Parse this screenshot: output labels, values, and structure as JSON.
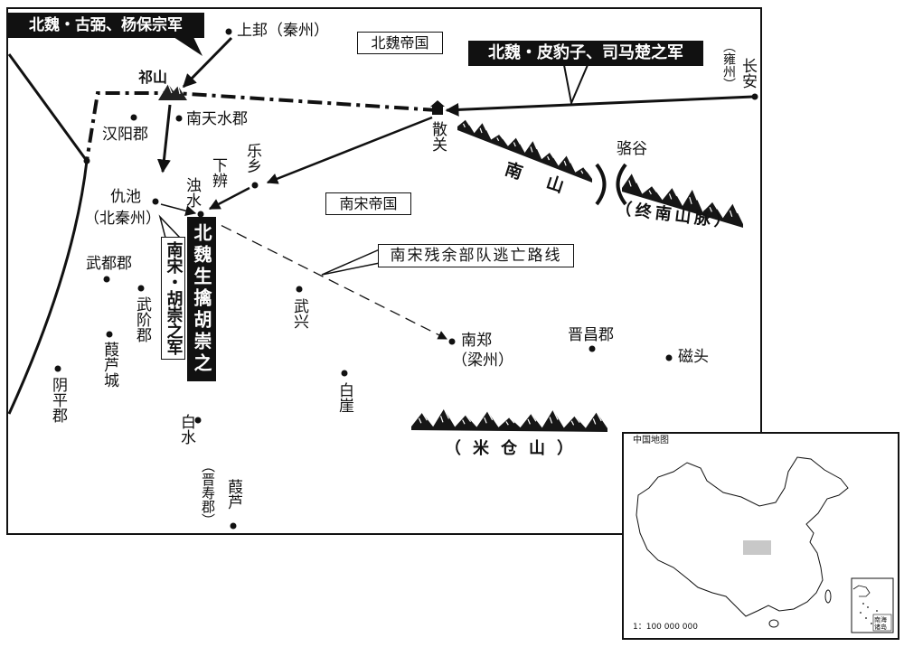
{
  "map": {
    "states": {
      "north": "北魏帝国",
      "south": "南宋帝国"
    },
    "armies": {
      "north_west": "北魏・古弼、杨保宗军",
      "north_east": "北魏・皮豹子、司马楚之军",
      "south": "南宋・胡崇之军"
    },
    "event": "北魏生擒胡崇之",
    "route_label": "南宋残余部队逃亡路线",
    "places": {
      "shanggui": "上邽（秦州）",
      "qishan": "祁山",
      "hanyang": "汉阳郡",
      "nantianshui": "南天水郡",
      "sanguan": "散关",
      "luogu": "骆谷",
      "yongzhou": "（雍州）",
      "changan": "长安",
      "lexiang": "乐乡",
      "xiabian": "下辨",
      "zhuoshui": "浊水",
      "qiuchi": "仇池",
      "beiqinzhou": "（北秦州）",
      "wudu": "武都郡",
      "wujie": "武阶郡",
      "jialucheng": "葭芦城",
      "yinping": "阴平郡",
      "wuxing": "武兴",
      "nanzheng": "南郑",
      "liangzhou": "（梁州）",
      "jinchang": "晋昌郡",
      "citou": "磁头",
      "baiya": "白崖",
      "baishui": "白水",
      "jinshou": "（晋寿郡）",
      "jialu": "葭芦"
    },
    "mountains": {
      "nanshan": "南山",
      "zhongnan": "（终南山脉）",
      "micang": "（米仓山）"
    }
  },
  "inset": {
    "title": "中国地图",
    "scale": "1：100 000 000",
    "south_sea": "南海诸岛"
  },
  "colors": {
    "ink": "#111111",
    "highlight": "#c8c8c8",
    "paper": "#ffffff"
  }
}
